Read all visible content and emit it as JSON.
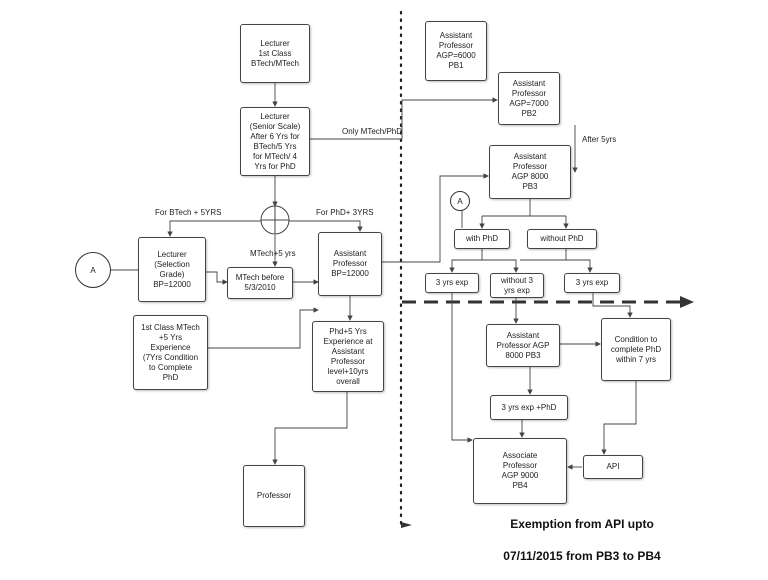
{
  "boxes": {
    "lecturer_1st_class": "Lecturer\n1st Class\nBTech/MTech",
    "lecturer_senior": "Lecturer\n(Senior Scale)\nAfter 6 Yrs for\nBTech/5 Yrs\nfor MTech/ 4\nYrs for PhD",
    "lecturer_selection": "Lecturer\n(Selection\nGrade)\nBP=12000",
    "mtech_before": "MTech before\n5/3/2010",
    "asst_prof_bp": "Assistant\nProfessor\nBP=12000",
    "first_class_mtech": "1st Class MTech\n+5 Yrs\nExperience\n(7Yrs Condition\nto Complete\nPhD",
    "phd_5yrs": "Phd+5 Yrs\nExperience at\nAssistant\nProfessor\nlevel+10yrs\noverall",
    "professor": "Professor",
    "asst_prof_pb1": "Assistant\nProfessor\nAGP=6000\nPB1",
    "asst_prof_pb2": "Assistant\nProfessor\nAGP=7000\nPB2",
    "asst_prof_pb3": "Assistant\nProfessor\nAGP 8000\nPB3",
    "with_phd": "with PhD",
    "without_phd": "without PhD",
    "three_yrs_exp_a": "3 yrs exp",
    "without_3_yrs": "without 3\nyrs exp",
    "three_yrs_exp_b": "3 yrs exp",
    "asst_prof_agp_8000": "Assistant\nProfessor AGP\n8000 PB3",
    "condition_phd": "Condition to\ncomplete PhD\nwithin 7 yrs",
    "three_yrs_phd": "3 yrs exp +PhD",
    "associate_prof": "Associate\nProfessor\nAGP 9000\nPB4",
    "api": "API"
  },
  "connectors": {
    "a_left": "A",
    "a_right": "A"
  },
  "labels": {
    "only_mtech_phd": "Only MTech/PhD",
    "after_5yrs": "After 5yrs",
    "for_btech": "For BTech + 5YRS",
    "for_phd": "For PhD+ 3YRS",
    "mtech_5yrs": "MTech+5 yrs"
  },
  "footer": {
    "line1": "Exemption from API upto",
    "line2": "07/11/2015 from PB3 to PB4"
  },
  "colors": {
    "stroke": "#444444",
    "dash_line": "#333333"
  }
}
